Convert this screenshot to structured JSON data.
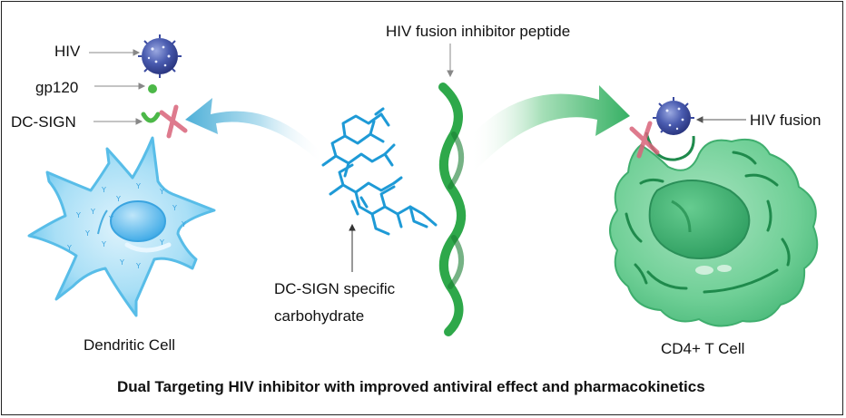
{
  "labels": {
    "hiv": "HIV",
    "gp120": "gp120",
    "dc_sign": "DC-SIGN",
    "peptide": "HIV fusion inhibitor peptide",
    "hiv_fusion": "HIV fusion",
    "carbohydrate_line1": "DC-SIGN specific",
    "carbohydrate_line2": "carbohydrate",
    "dendritic_cell": "Dendritic Cell",
    "cd4_cell": "CD4+ T Cell"
  },
  "caption": "Dual Targeting HIV inhibitor with improved antiviral effect and pharmacokinetics",
  "colors": {
    "dendritic": "#7fd0f2",
    "dendritic_nucleus": "#48b4ea",
    "cd4": "#5fc98a",
    "cd4_nucleus": "#2fa765",
    "helix": "#2ea84a",
    "carbohydrate": "#1e9ad6",
    "virus": "#3c4da0",
    "gp120": "#4cb848",
    "block_x": "#d9637a",
    "arrow_blue": "#5ab4d8",
    "arrow_green": "#3fb66a"
  }
}
